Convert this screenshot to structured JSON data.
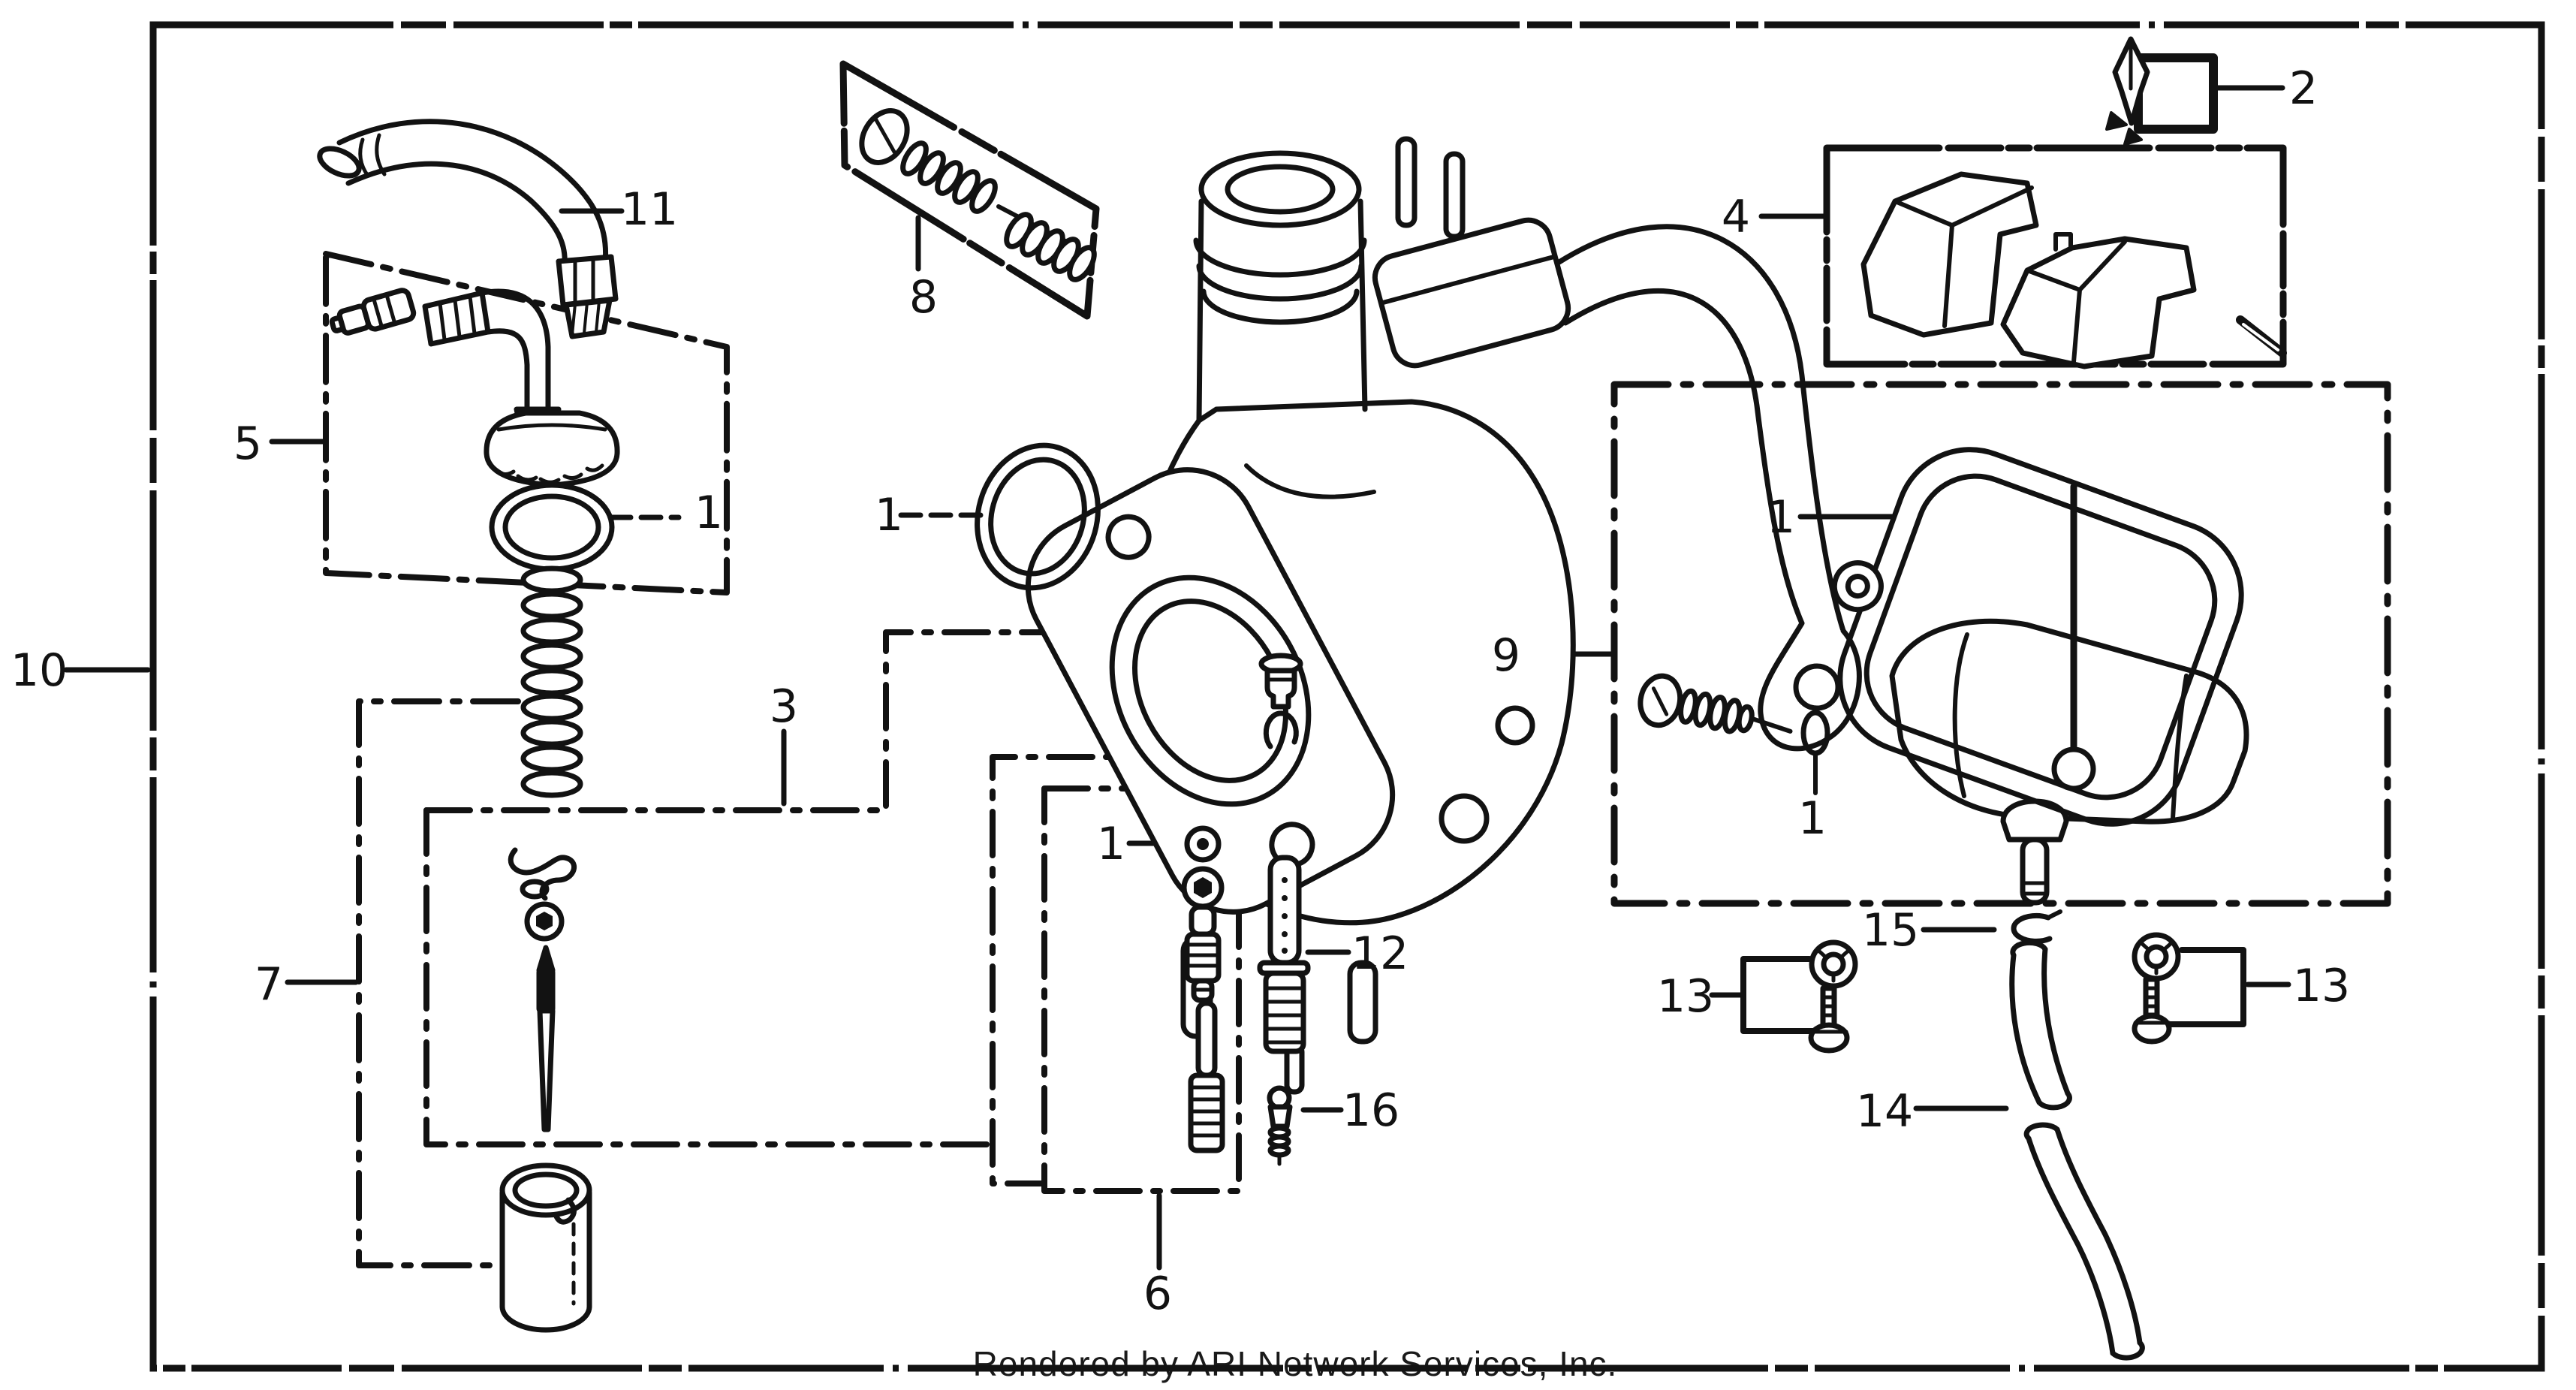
{
  "diagram": {
    "title": "carburetor-exploded-parts-diagram",
    "footer": "Rendered by ARI Network Services, Inc.",
    "colors": {
      "ink": "#121212",
      "paper": "#ffffff"
    },
    "callouts": {
      "c10": "10",
      "c11": "11",
      "c8": "8",
      "c5": "5",
      "c2": "2",
      "c4": "4",
      "c3": "3",
      "c9": "9",
      "c7": "7",
      "c6": "6",
      "c12": "12",
      "c16": "16",
      "c15": "15",
      "c14": "14",
      "c13_left": "13",
      "c13_right": "13",
      "c1_cap_oring": "1",
      "c1_body_gasket": "1",
      "c1_bowl_gasket": "1",
      "c1_jet_washer": "1",
      "c1_screw_oring": "1"
    }
  }
}
